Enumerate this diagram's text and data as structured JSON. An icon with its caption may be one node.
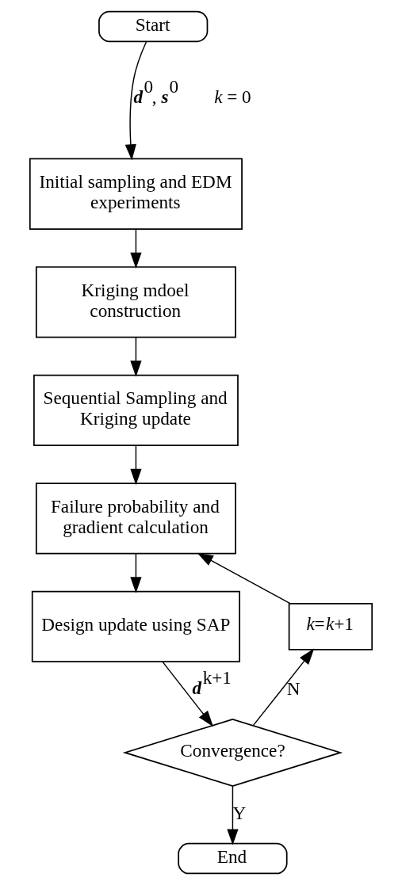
{
  "diagram": {
    "nodes": [
      {
        "text": [
          "Start"
        ]
      },
      {
        "text": [
          "Initial sampling and EDM experiments"
        ]
      },
      {
        "text": [
          "Kriging mdoel construction"
        ]
      },
      {
        "text": [
          "Sequential Sampling and Kriging update"
        ]
      },
      {
        "text": [
          "Failure probability and gradient calculation"
        ]
      },
      {
        "text": [
          "Design update using SAP"
        ]
      },
      {
        "text": [
          "Convergence?"
        ]
      },
      {
        "text": [
          "*k*=*k*+1"
        ]
      },
      {
        "text": [
          "End"
        ]
      }
    ],
    "edges": [
      {
        "from": 0,
        "to": 1,
        "arrow": "to",
        "label": "**d**$^{0}$, **s**$^{0}$"
      },
      {
        "from": 1,
        "to": 2,
        "arrow": "to"
      },
      {
        "from": 2,
        "to": 3,
        "arrow": "to"
      },
      {
        "from": 3,
        "to": 4,
        "arrow": "to"
      },
      {
        "from": 4,
        "to": 5,
        "arrow": "to"
      },
      {
        "from": 5,
        "to": 6,
        "arrow": "to",
        "label": "**d**$^{k+1}$"
      },
      {
        "from": 6,
        "to": 7,
        "arrow": "to",
        "label": "N"
      },
      {
        "from": 7,
        "to": 4,
        "arrow": "to"
      },
      {
        "from": 6,
        "to": 8,
        "arrow": "to",
        "label": "Y"
      }
    ],
    "labels": [
      "*k* = 0"
    ]
  }
}
